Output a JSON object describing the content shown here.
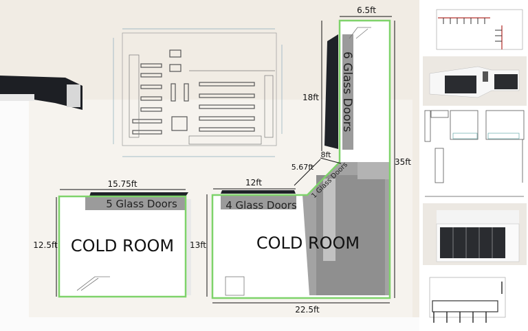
{
  "main_diagram": {
    "rooms": [
      {
        "label": "COLD ROOM",
        "door_label": "5 Glass Doors",
        "width": "15.75ft",
        "depth": "12.5ft"
      },
      {
        "label": "COLD ROOM",
        "door_label": "4 Glass Doors",
        "width": "12ft",
        "depth": "13ft"
      }
    ],
    "l_section": {
      "door_label_long": "6 Glass Doors",
      "door_label_corner": "1 Glass Doors",
      "top_width": "6.5ft",
      "long_side": "18ft",
      "total_length": "35ft",
      "corner_a": "8ft",
      "corner_b": "5.67ft",
      "bottom_width": "22.5ft"
    },
    "outline_color": "#7ed36a",
    "wall_color": "#efe9e0"
  },
  "thumbnails": [
    {
      "name": "layout-plan-l-shape"
    },
    {
      "name": "render-l-shape"
    },
    {
      "name": "store-floor-plan"
    },
    {
      "name": "render-cold-room"
    },
    {
      "name": "cold-room-plan"
    }
  ]
}
